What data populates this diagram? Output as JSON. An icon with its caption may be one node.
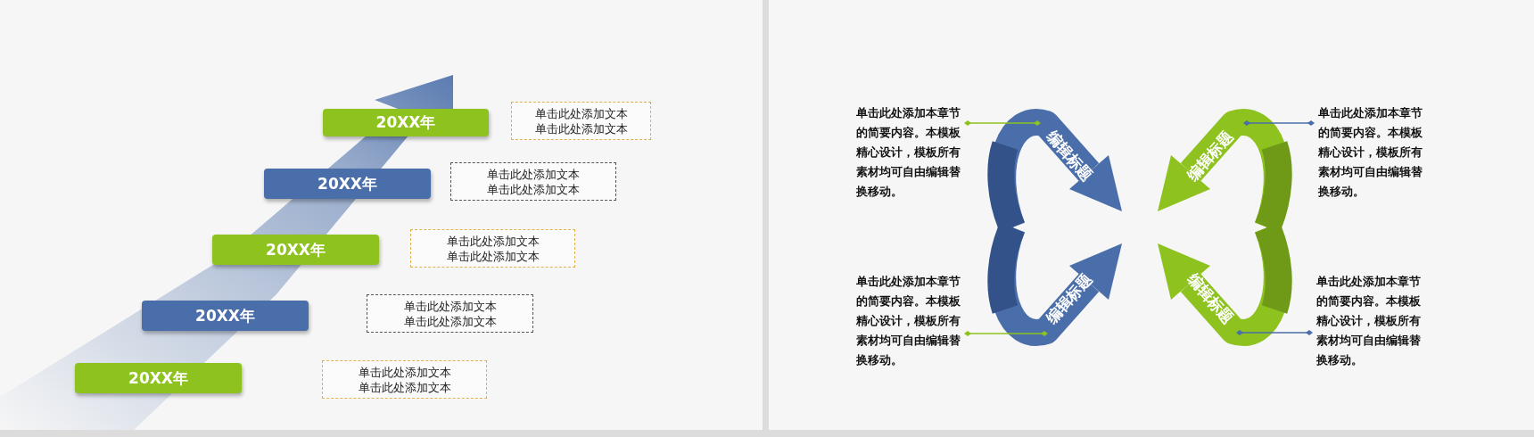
{
  "diagram": {
    "nodes": [
      {
        "text": [
          "20XX年"
        ]
      },
      {
        "text": [
          "单击此处添加文本",
          "单击此处添加文本"
        ]
      },
      {
        "text": [
          "20XX年"
        ]
      },
      {
        "text": [
          "单击此处添加文本",
          "单击此处添加文本"
        ]
      },
      {
        "text": [
          "20XX年"
        ]
      },
      {
        "text": [
          "单击此处添加文本",
          "单击此处添加文本"
        ]
      },
      {
        "text": [
          "20XX年"
        ]
      },
      {
        "text": [
          "单击此处添加文本",
          "单击此处添加文本"
        ]
      },
      {
        "text": [
          "20XX年"
        ]
      },
      {
        "text": [
          "单击此处添加文本",
          "单击此处添加文本"
        ]
      },
      {
        "text": [
          "单击此处添加本章节的简要内容。本模板精心设计，模板所有素材均可自由编辑替换移动。"
        ]
      },
      {
        "text": [
          "编辑标题"
        ]
      },
      {
        "text": [
          "编辑标题"
        ]
      },
      {
        "text": [
          "单击此处添加本章节的简要内容。本模板精心设计，模板所有素材均可自由编辑替换移动。"
        ]
      },
      {
        "text": [
          "单击此处添加本章节的简要内容。本模板精心设计，模板所有素材均可自由编辑替换移动。"
        ]
      },
      {
        "text": [
          "编辑标题"
        ]
      },
      {
        "text": [
          "编辑标题"
        ]
      },
      {
        "text": [
          "单击此处添加本章节的简要内容。本模板精心设计，模板所有素材均可自由编辑替换移动。"
        ]
      }
    ],
    "edges": [
      {
        "from": 10,
        "to": 11,
        "arrow": "other",
        "color": "#8dc21f"
      },
      {
        "from": 13,
        "to": 12,
        "arrow": "other",
        "color": "#4a6ea9"
      },
      {
        "from": 14,
        "to": 15,
        "arrow": "other",
        "color": "#8dc21f"
      },
      {
        "from": 17,
        "to": 16,
        "arrow": "other",
        "color": "#4a6ea9"
      }
    ]
  }
}
